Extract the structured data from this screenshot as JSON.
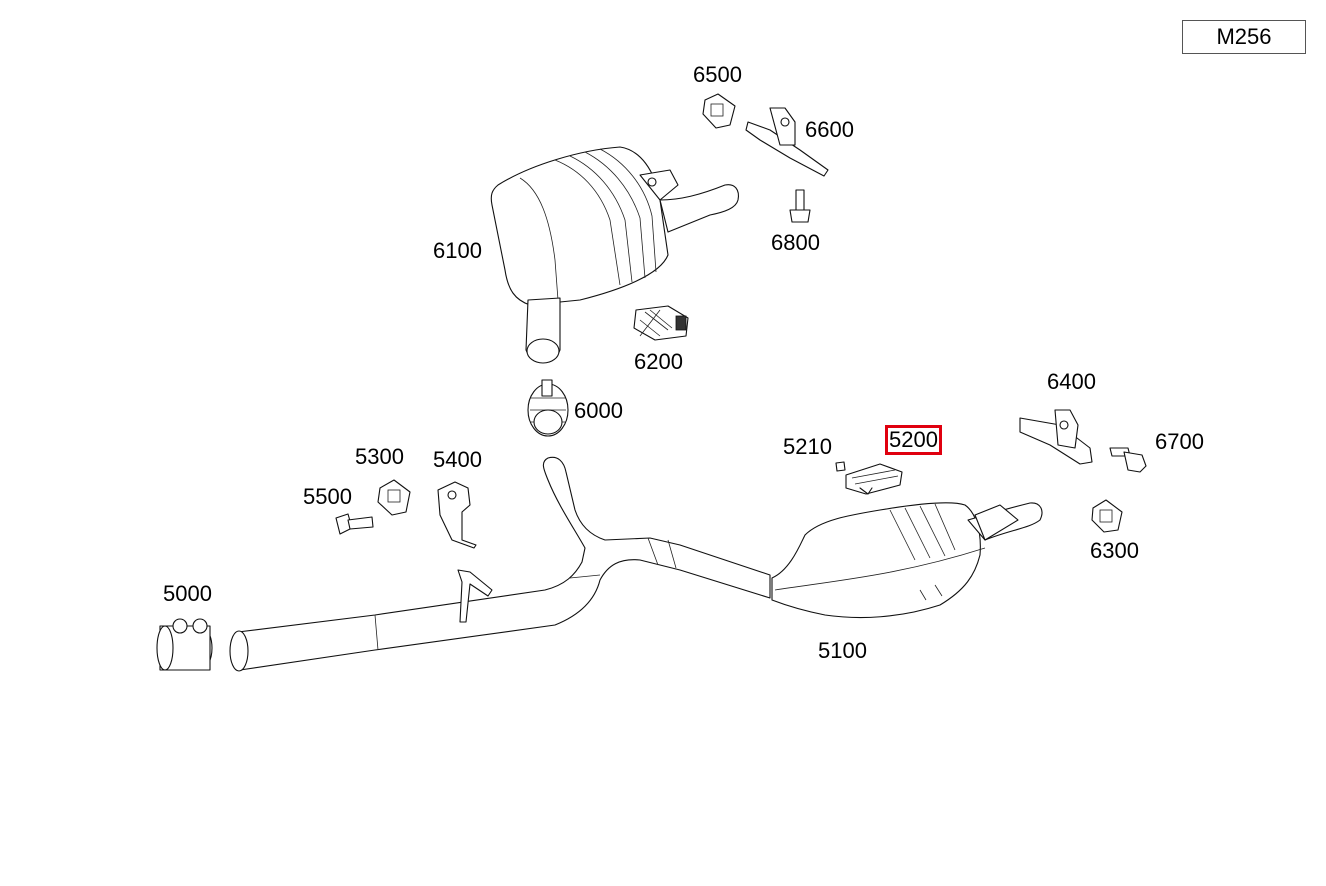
{
  "engine_code": "M256",
  "selected_part": "5200",
  "callouts": [
    {
      "id": "6500",
      "label": "6500"
    },
    {
      "id": "6600",
      "label": "6600"
    },
    {
      "id": "6100",
      "label": "6100"
    },
    {
      "id": "6800",
      "label": "6800"
    },
    {
      "id": "6200",
      "label": "6200"
    },
    {
      "id": "6000",
      "label": "6000"
    },
    {
      "id": "6400",
      "label": "6400"
    },
    {
      "id": "5210",
      "label": "5210"
    },
    {
      "id": "5200",
      "label": "5200"
    },
    {
      "id": "6700",
      "label": "6700"
    },
    {
      "id": "5300",
      "label": "5300"
    },
    {
      "id": "5400",
      "label": "5400"
    },
    {
      "id": "5500",
      "label": "5500"
    },
    {
      "id": "6300",
      "label": "6300"
    },
    {
      "id": "5000",
      "label": "5000"
    },
    {
      "id": "5100",
      "label": "5100"
    }
  ]
}
